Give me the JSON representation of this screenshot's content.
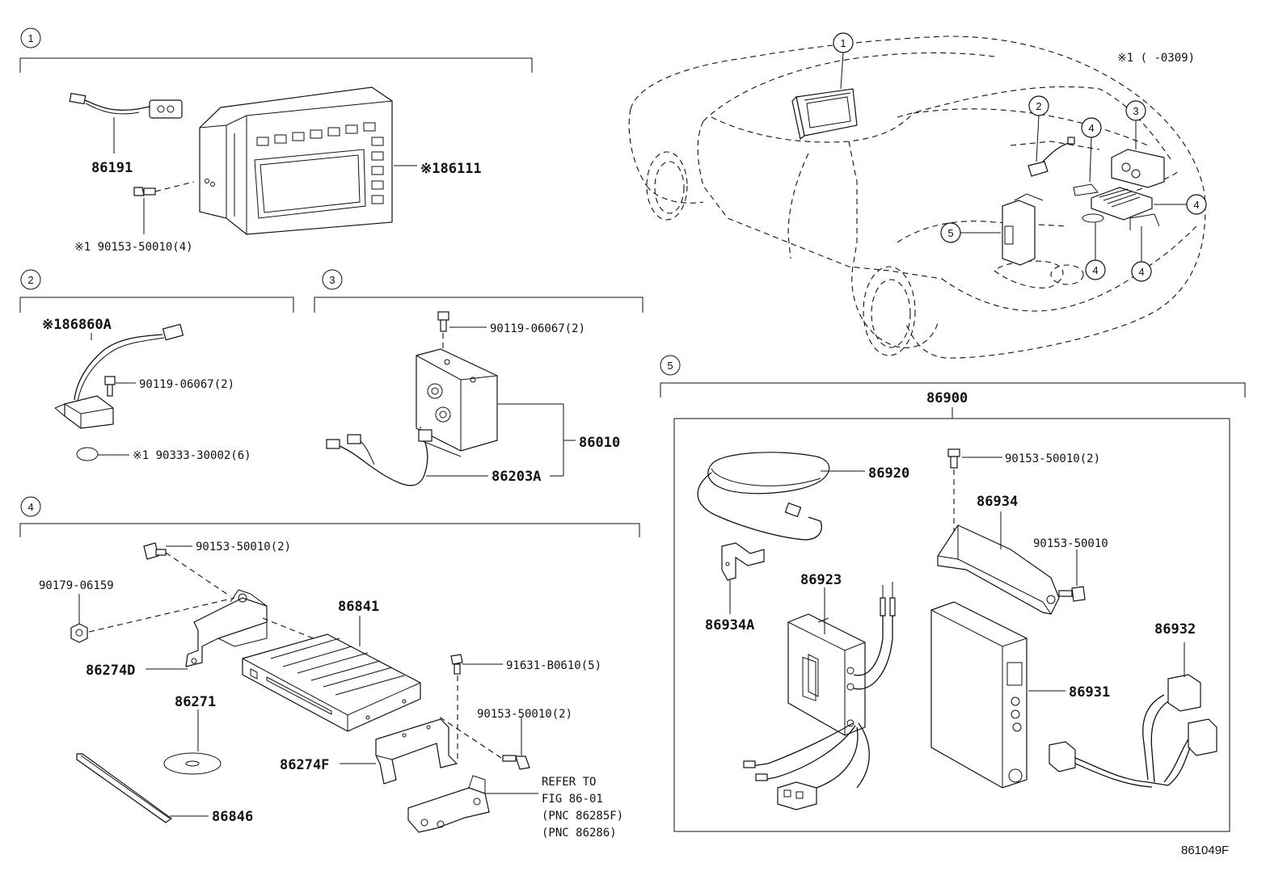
{
  "diagram_id": "861049F",
  "note": "※1 (    -0309)",
  "section_numbers": [
    "1",
    "2",
    "3",
    "4",
    "5"
  ],
  "car_callouts": [
    "1",
    "2",
    "3",
    "4",
    "4",
    "4",
    "4",
    "5"
  ],
  "labels": {
    "s1_cable": "86191",
    "s1_unit": "※186111",
    "s1_screw": "※1 90153-50010(4)",
    "s2_sensor": "※186860A",
    "s2_bolt": "90119-06067(2)",
    "s2_pad": "※1 90333-30002(6)",
    "s3_bolt": "90119-06067(2)",
    "s3_unit": "86010",
    "s3_harness": "86203A",
    "s4_bolt_top": "90153-50010(2)",
    "s4_nut": "90179-06159",
    "s4_player": "86841",
    "s4_bracket_d": "86274D",
    "s4_disc": "86271",
    "s4_plate": "86846",
    "s4_screw": "91631-B0610(5)",
    "s4_bolt_right": "90153-50010(2)",
    "s4_bracket_f": "86274F",
    "s4_refer_1": "REFER TO",
    "s4_refer_2": "FIG 86-01",
    "s4_refer_3": "(PNC 86285F)",
    "s4_refer_4": "(PNC 86286)",
    "s5_kit": "86900",
    "s5_antenna": "86920",
    "s5_bolt": "90153-50010(2)",
    "s5_bracket": "86934",
    "s5_bolt_single": "90153-50010",
    "s5_small_bracket": "86934A",
    "s5_amp": "86923",
    "s5_ecu": "86931",
    "s5_harness": "86932"
  }
}
